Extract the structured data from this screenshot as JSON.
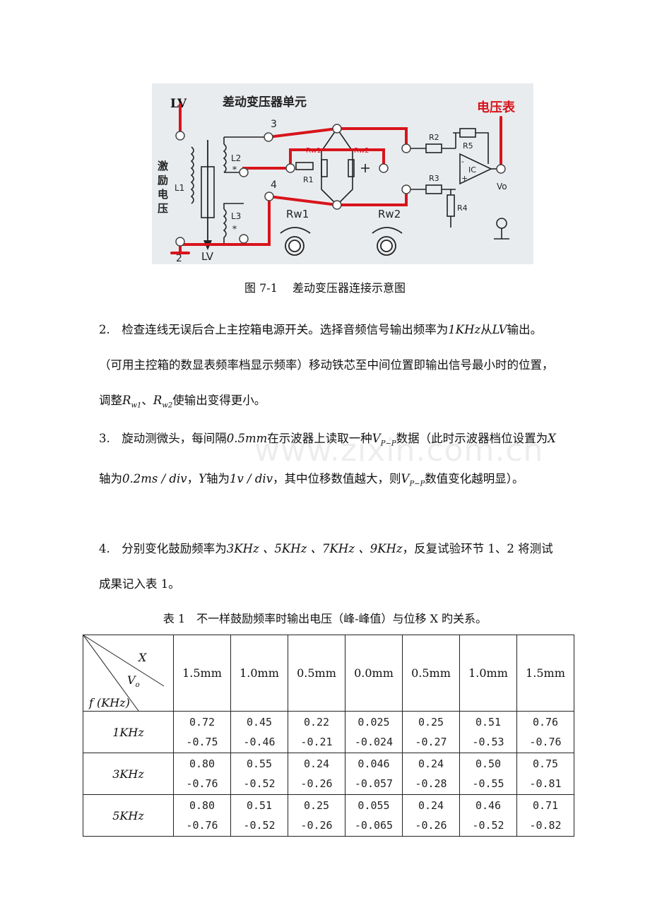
{
  "figure": {
    "title": "差动变压器单元",
    "labels": {
      "lv_top": "LV",
      "voltmeter": "电压表",
      "excite": "激励电压",
      "l1": "L1",
      "l2": "L2",
      "l3": "L3",
      "star": "*",
      "n3": "3",
      "n4": "4",
      "n2": "2",
      "r1": "R1",
      "r2": "R2",
      "r3": "R3",
      "r4": "R4",
      "r5": "R5",
      "rw1_small": "Rw1",
      "rw2_small": "Rw2",
      "rw1": "Rw1",
      "rw2": "Rw2",
      "ic": "IC",
      "minus": "-",
      "plus": "+",
      "vo": "Vo",
      "lv_bottom": "LV"
    }
  },
  "fig_caption": "图 7-1　 差动变压器连接示意图",
  "paragraphs": {
    "p2_a": "2.　检查连线无误后合上主控箱电源开关。选择音频信号输出频率为",
    "p2_freq": "1KHz",
    "p2_b": "从",
    "p2_lv": "LV",
    "p2_c": "输出。（可用主控箱的数显表频率档显示频率）移动铁芯至中间位置即输出信号最小时的位置，调整",
    "p2_rw1": "R",
    "p2_rw1_sub": "w1",
    "p2_sep": "、",
    "p2_rw2": "R",
    "p2_rw2_sub": "w2",
    "p2_d": "使输出变得更小。",
    "p3_a": "3.　旋动测微头，每间隔",
    "p3_step": "0.5mm",
    "p3_b": "在示波器上读取一种",
    "p3_v": "V",
    "p3_vsub": "P−P",
    "p3_c": "数据（此时示波器档位设置为",
    "p3_x": "X",
    "p3_d": "轴为",
    "p3_xdiv": "0.2ms / div",
    "p3_e": "，",
    "p3_y": "Y",
    "p3_f": "轴为",
    "p3_ydiv": "1v / div",
    "p3_g": "，其中位移数值越大，则",
    "p3_v2": "V",
    "p3_v2sub": "P−P",
    "p3_h": "数值变化越明显）。",
    "p4_a": "4.　分别变化鼓励频率为",
    "p4_freqs": "3KHz 、5KHz 、7KHz 、9KHz",
    "p4_b": "，反复试验环节 1、2 将测试成果记入表 1。"
  },
  "watermark": "www.zixin.com.cn",
  "table": {
    "caption": "表 1　不一样鼓励频率时输出电压（峰-峰值）与位移 X 旳关系。",
    "corner": {
      "x": "X",
      "vo": "V",
      "vo_sub": "o",
      "f": "f (KHz)"
    },
    "columns": [
      "1.5mm",
      "1.0mm",
      "0.5mm",
      "0.0mm",
      "0.5mm",
      "1.0mm",
      "1.5mm"
    ],
    "rows": [
      {
        "freq": "1KHz",
        "top": [
          "0.72",
          "0.45",
          "0.22",
          "0.025",
          "0.25",
          "0.51",
          "0.76"
        ],
        "bottom": [
          "-0.75",
          "-0.46",
          "-0.21",
          "-0.024",
          "-0.27",
          "-0.53",
          "-0.76"
        ]
      },
      {
        "freq": "3KHz",
        "top": [
          "0.80",
          "0.55",
          "0.24",
          "0.046",
          "0.24",
          "0.50",
          "0.75"
        ],
        "bottom": [
          "-0.76",
          "-0.52",
          "-0.26",
          "-0.057",
          "-0.28",
          "-0.55",
          "-0.81"
        ]
      },
      {
        "freq": "5KHz",
        "top": [
          "0.80",
          "0.51",
          "0.25",
          "0.055",
          "0.24",
          "0.46",
          "0.71"
        ],
        "bottom": [
          "-0.76",
          "-0.52",
          "-0.26",
          "-0.065",
          "-0.26",
          "-0.52",
          "-0.82"
        ]
      }
    ]
  },
  "colors": {
    "wire_red": "#d8141b",
    "diagram_bg": "#e9ecef",
    "circuit": "#222222"
  }
}
